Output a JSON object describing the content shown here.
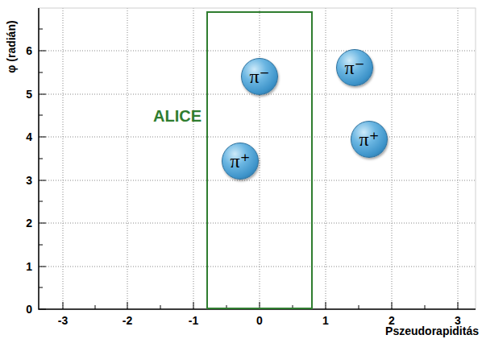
{
  "diagram": {
    "nodes": [
      {
        "text": [
          "ALICE"
        ]
      },
      {
        "text": [
          "π⁻"
        ],
        "in": 0
      },
      {
        "text": [
          "π⁺"
        ],
        "in": 0
      },
      {
        "text": [
          "π⁻"
        ]
      },
      {
        "text": [
          "π⁺"
        ]
      }
    ],
    "labels": [
      "φ (radián)",
      "6",
      "5",
      "4",
      "3",
      "2",
      "1",
      "0",
      "-3",
      "-2",
      "-1",
      "0",
      "1",
      "2",
      "3",
      "Pszeudorapiditás"
    ]
  }
}
